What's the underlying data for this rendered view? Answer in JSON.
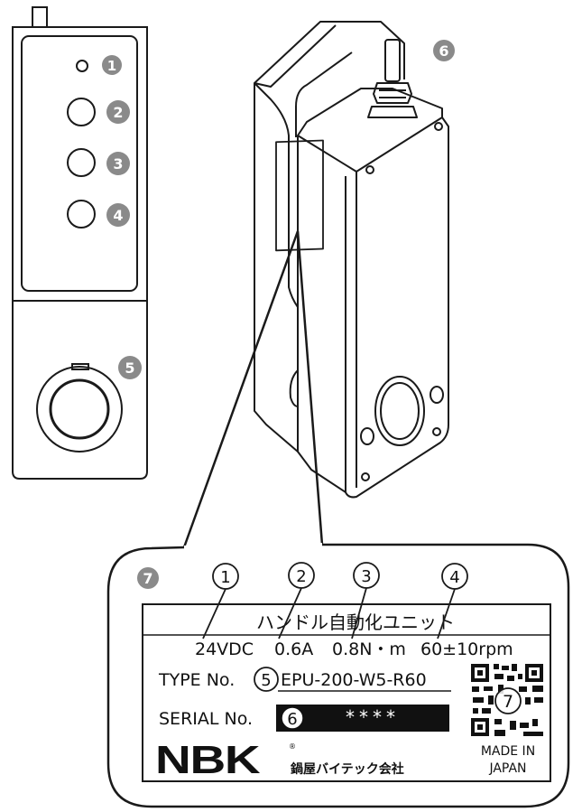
{
  "badges": {
    "led": "1",
    "button2": "2",
    "button3": "3",
    "button4": "4",
    "socket": "5",
    "cable_gland": "6",
    "label_callout": "7"
  },
  "label": {
    "title": "ハンドル自動化ユニット",
    "rating_voltage": "24VDC",
    "rating_current": "0.6A",
    "rating_torque": "0.8N・m",
    "rating_speed": "60±10rpm",
    "circ_voltage": "1",
    "circ_current": "2",
    "circ_torque": "3",
    "circ_speed": "4",
    "type_label": "TYPE No.",
    "type_circ": "5",
    "type_value": "EPU-200-W5-R60",
    "serial_label": "SERIAL No.",
    "serial_circ": "6",
    "serial_value": "****",
    "qr_circ": "7",
    "brand": "NBK",
    "company": "鍋屋バイテック会社",
    "made_in_line1": "MADE IN",
    "made_in_line2": "JAPAN"
  },
  "colors": {
    "badge": "#8a8a8a",
    "outline": "#1a1a1a",
    "serial_box": "#111111"
  }
}
